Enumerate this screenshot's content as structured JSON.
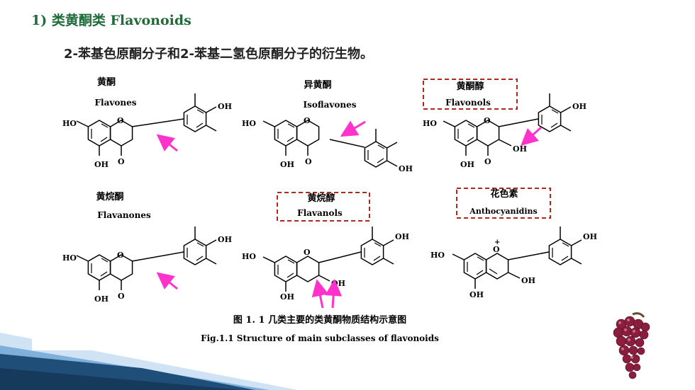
{
  "slide": {
    "title": "1) 类黄酮类 Flavonoids",
    "subtitle": "2-苯基色原酮分子和2-苯基二氢色原酮分子的衍生物。"
  },
  "figure": {
    "compounds": [
      {
        "cn": "黄酮",
        "en": "Flavones",
        "boxed": false
      },
      {
        "cn": "异黄酮",
        "en": "Isoflavones",
        "boxed": false
      },
      {
        "cn": "黄酮醇",
        "en": "Flavonols",
        "boxed": true
      },
      {
        "cn": "黄烷酮",
        "en": "Flavanones",
        "boxed": false
      },
      {
        "cn": "黄烷醇",
        "en": "Flavanols",
        "boxed": true
      },
      {
        "cn": "花色素",
        "en": "Anthocyanidins",
        "boxed": true
      }
    ],
    "labels": {
      "oh": "OH",
      "ho": "HO",
      "o": "O",
      "o_plus": "+"
    },
    "caption_cn": "图 1. 1  几类主要的类黄酮物质结构示意图",
    "caption_en": "Fig.1.1 Structure of main subclasses of flavonoids"
  },
  "colors": {
    "title_green": "#1f6b3a",
    "arrow_magenta": "#ff33cc",
    "box_red": "#b3261e",
    "accent_dark": "#1f4e79",
    "accent_light": "#9ec5e8"
  }
}
